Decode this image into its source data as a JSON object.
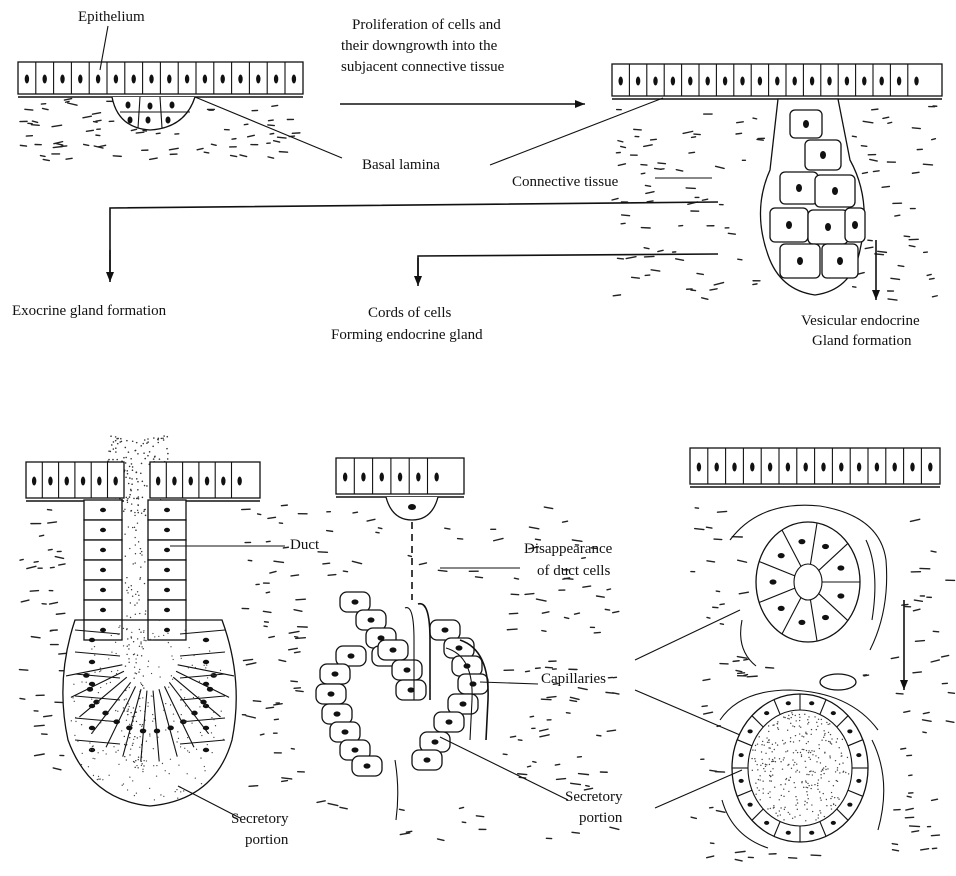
{
  "labels": {
    "epithelium": "Epithelium",
    "proliferation_line1": "Proliferation  of cells and",
    "proliferation_line2": "their  downgrowth  into  the",
    "proliferation_line3": "subjacent connective tissue",
    "basal_lamina": "Basal lamina",
    "connective_tissue": "Connective tissue",
    "exocrine": "Exocrine gland formation",
    "cords_line1": "Cords of cells",
    "cords_line2": "Forming endocrine gland",
    "vesicular_line1": "Vesicular endocrine",
    "vesicular_line2": "Gland formation",
    "duct": "Duct",
    "disappearance_line1": "Disappearance",
    "disappearance_line2": "of duct cells",
    "capillaries": "Capillaries",
    "secretory_left_line1": "Secretory",
    "secretory_left_line2": "portion",
    "secretory_mid_line1": "Secretory",
    "secretory_mid_line2": "portion"
  },
  "colors": {
    "ink": "#111111",
    "background": "#ffffff"
  }
}
